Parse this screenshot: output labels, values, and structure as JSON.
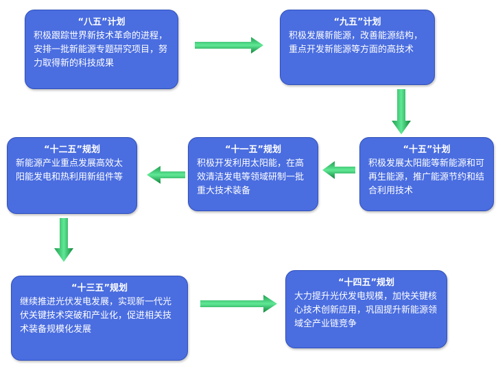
{
  "nodes": {
    "n1": {
      "title": "“八五”计划",
      "body": "积极跟踪世界新技术革命的进程，安排一批新能源专题研究项目，努力取得新的科技成果"
    },
    "n2": {
      "title": "“九五”计划",
      "body": "积极发展新能源，改善能源结构，重点开发新能源等方面的高技术"
    },
    "n3": {
      "title": "“十五”计划",
      "body": "积极发展太阳能等新能源和可再生能源，推广能源节约和结合利用技术"
    },
    "n4": {
      "title": "“十一五”规划",
      "body": "积极开发利用太阳能，在高效清洁发电等领域研制一批重大技术装备"
    },
    "n5": {
      "title": "“十二五”规划",
      "body": "新能源产业重点发展高效太阳能发电和热利用新组件等"
    },
    "n6": {
      "title": "“十三五”规划",
      "body": "继续推进光伏发电发展，实现新一代光伏关键技术突破和产业化，促进相关技术装备规模化发展"
    },
    "n7": {
      "title": "“十四五”规划",
      "body": "大力提升光伏发电规模，加快关键核心技术创新应用，巩固提升新能源领域全产业链竞争"
    }
  },
  "colors": {
    "node_fill": "#4a6de0",
    "arrow_light": "#4ee08a",
    "arrow_dark": "#0e8a3c"
  }
}
